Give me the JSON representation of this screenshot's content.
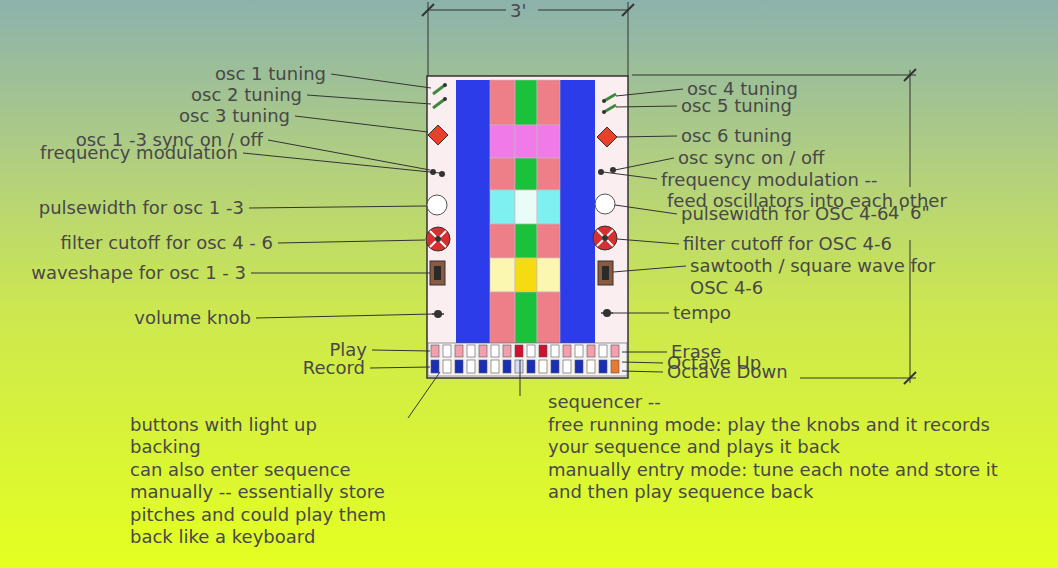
{
  "diagram": {
    "labels": [
      "3'",
      "4' 6\"",
      "osc 1 tuning",
      "osc 2 tuning",
      "osc 3 tuning",
      "osc 1 -3 sync on / off",
      "frequency modulation",
      "pulsewidth for osc 1 -3",
      "filter cutoff for osc 4 - 6",
      "waveshape for osc 1 - 3",
      "volume knob",
      "Play",
      "Record",
      "osc 4 tuning",
      "osc 5 tuning",
      "osc 6 tuning",
      "osc sync on / off",
      "frequency modulation --",
      "feed oscillators into each other",
      "pulsewidth for OSC 4-6",
      "filter cutoff for OSC 4-6",
      "sawtooth / square wave for OSC 4-6",
      "tempo",
      "Erase",
      "Octave Up",
      "Octave Down",
      "buttons with light up backing",
      "can also enter sequence manually -- essentially store pitches and could play them back like a keyboard",
      "sequencer --",
      "free running mode: play the knobs and it records your sequence and plays it back",
      "manually entry mode: tune each note and store it and then play sequence back"
    ]
  }
}
